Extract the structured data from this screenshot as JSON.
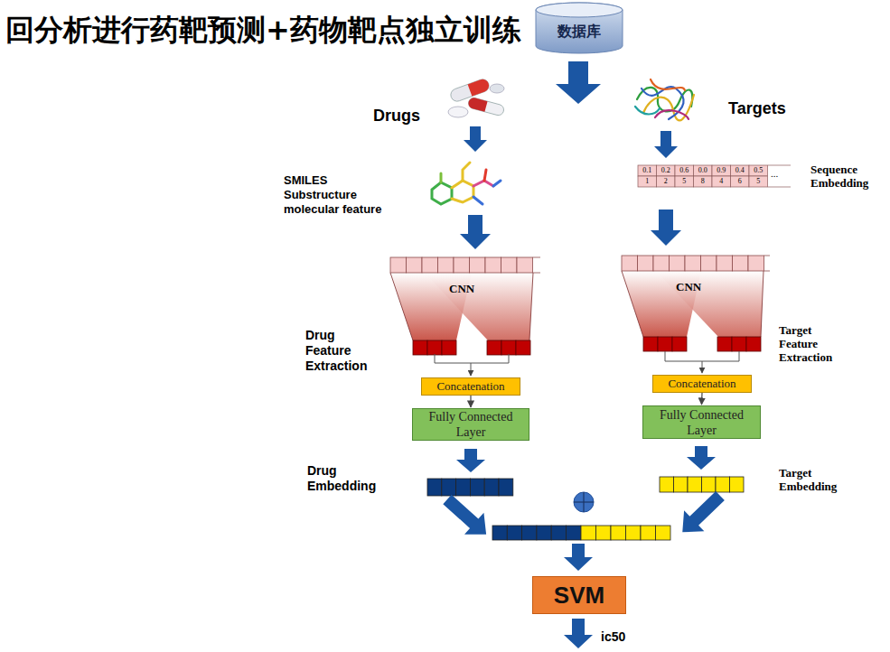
{
  "diagram": {
    "title": "回分析进行药靶预测+药物靶点独立训练",
    "nodes": [
      {
        "text": [
          "数据库"
        ]
      },
      {
        "text": [
          "Concatenation"
        ]
      },
      {
        "text": [
          "Fully Connected Layer"
        ]
      },
      {
        "text": [
          "Concatenation"
        ]
      },
      {
        "text": [
          "Fully Connected Layer"
        ]
      },
      {
        "text": [
          "SVM"
        ]
      }
    ],
    "edges": [
      {
        "from": 1,
        "to": 2,
        "arrow": "to"
      },
      {
        "from": 3,
        "to": 4,
        "arrow": "to"
      }
    ],
    "labels": [
      "Drugs",
      "Targets",
      "SMILES Substructure molecular feature",
      "Sequence Embedding",
      "CNN",
      "CNN",
      "Drug Feature Extraction",
      "Target Feature Extraction",
      "Drug Embedding",
      "Target Embedding",
      "ic50",
      "0.1",
      "0.2",
      "0.6",
      "0.0",
      "0.9",
      "0.4",
      "0.5",
      "1",
      "2",
      "5",
      "8",
      "4",
      "6",
      "5",
      "..."
    ]
  }
}
